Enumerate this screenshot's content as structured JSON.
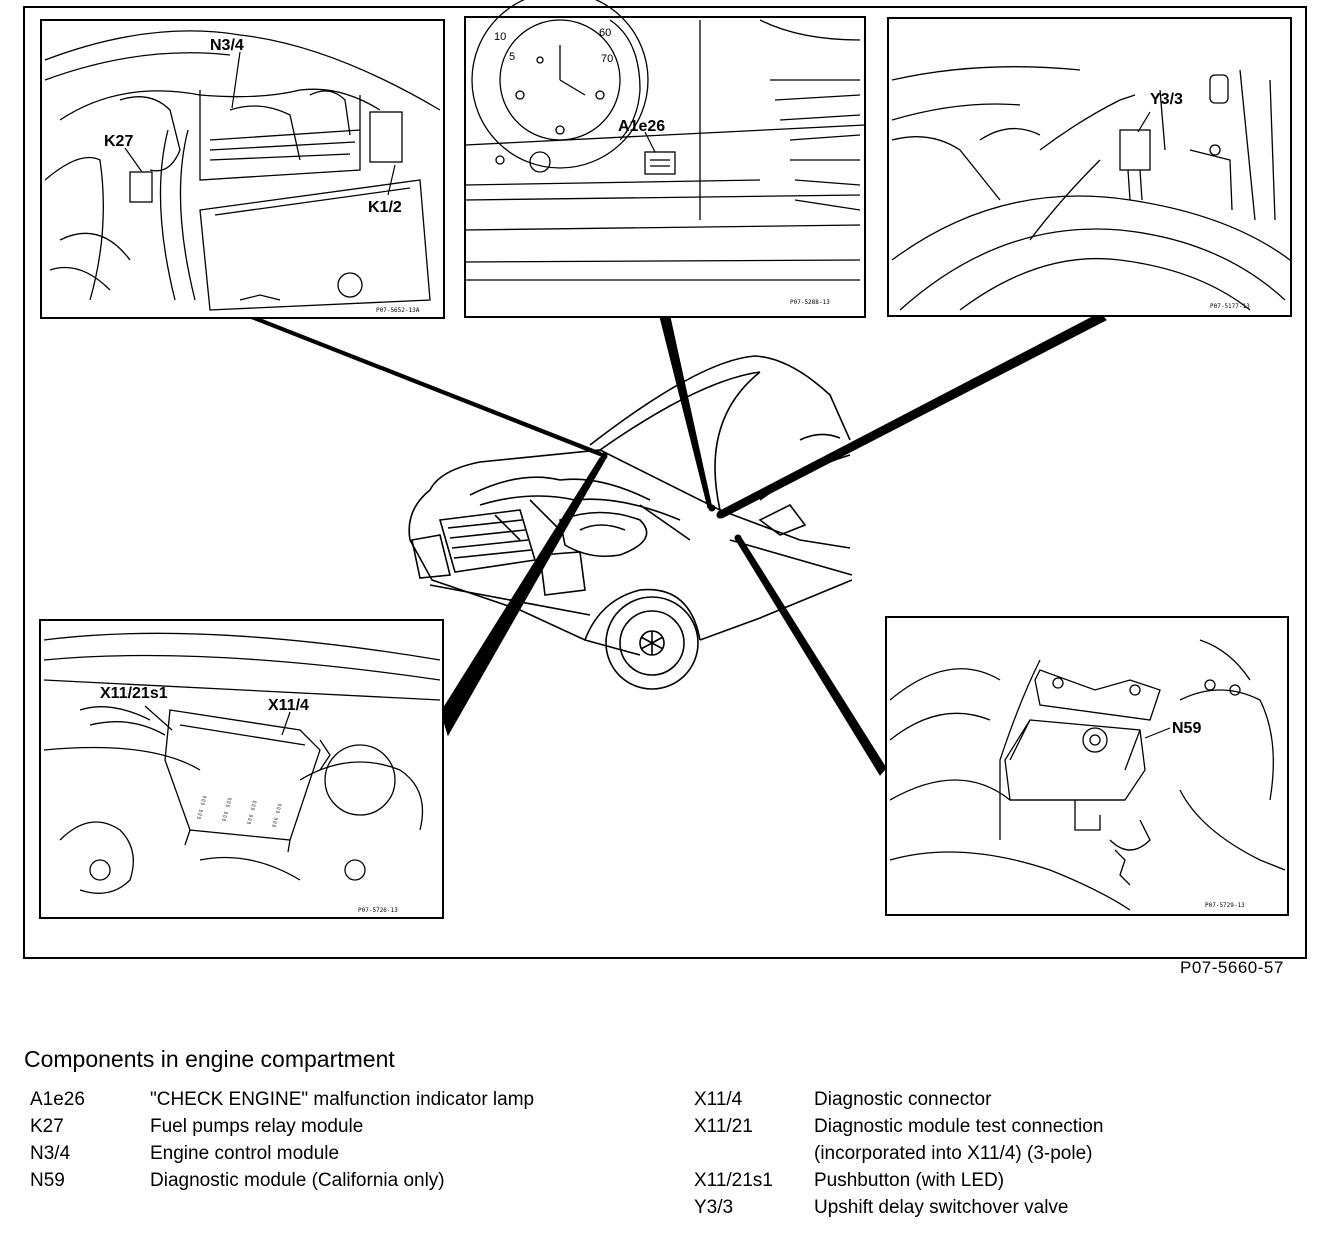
{
  "diagram": {
    "figure_code": "P07-5660-57",
    "callouts": {
      "n34": "N3/4",
      "k27": "K27",
      "k12": "K1/2",
      "a1e26": "A1e26",
      "y33": "Y3/3",
      "x1121s1": "X11/21s1",
      "x114": "X11/4",
      "n59": "N59"
    },
    "gauge_numbers": [
      "10",
      "5",
      "60",
      "70"
    ],
    "inset_codes": {
      "top_left": "P07-5652-13A",
      "top_middle": "P07-5288-13",
      "top_right": "P07-5177-13",
      "bottom_left": "P07-5726-13",
      "bottom_right": "P07-5729-13"
    }
  },
  "legend": {
    "title": "Components in engine compartment",
    "left": [
      {
        "code": "A1e26",
        "desc": "\"CHECK ENGINE\" malfunction indicator lamp"
      },
      {
        "code": "K27",
        "desc": "Fuel pumps relay module"
      },
      {
        "code": "N3/4",
        "desc": "Engine control module"
      },
      {
        "code": "N59",
        "desc": "Diagnostic module (California only)"
      }
    ],
    "right": [
      {
        "code": "X11/4",
        "desc": "Diagnostic connector"
      },
      {
        "code": "X11/21",
        "desc": "Diagnostic module test connection (incorporated into X11/4) (3-pole)"
      },
      {
        "code": "X11/21s1",
        "desc": "Pushbutton (with LED)"
      },
      {
        "code": "Y3/3",
        "desc": "Upshift delay switchover valve"
      }
    ]
  }
}
